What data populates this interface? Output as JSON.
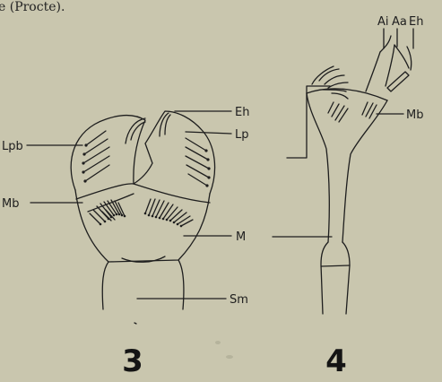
{
  "caption_fragment": "e (Procte).",
  "figure3": {
    "number": "3",
    "labels": {
      "eh": "Eh",
      "lp": "Lp",
      "lpb": "Lpb",
      "mb": "Mb",
      "m": "M",
      "sm": "Sm"
    }
  },
  "figure4": {
    "number": "4",
    "labels": {
      "ai": "Ai",
      "aa": "Aa",
      "eh": "Eh",
      "mb": "Mb"
    }
  }
}
